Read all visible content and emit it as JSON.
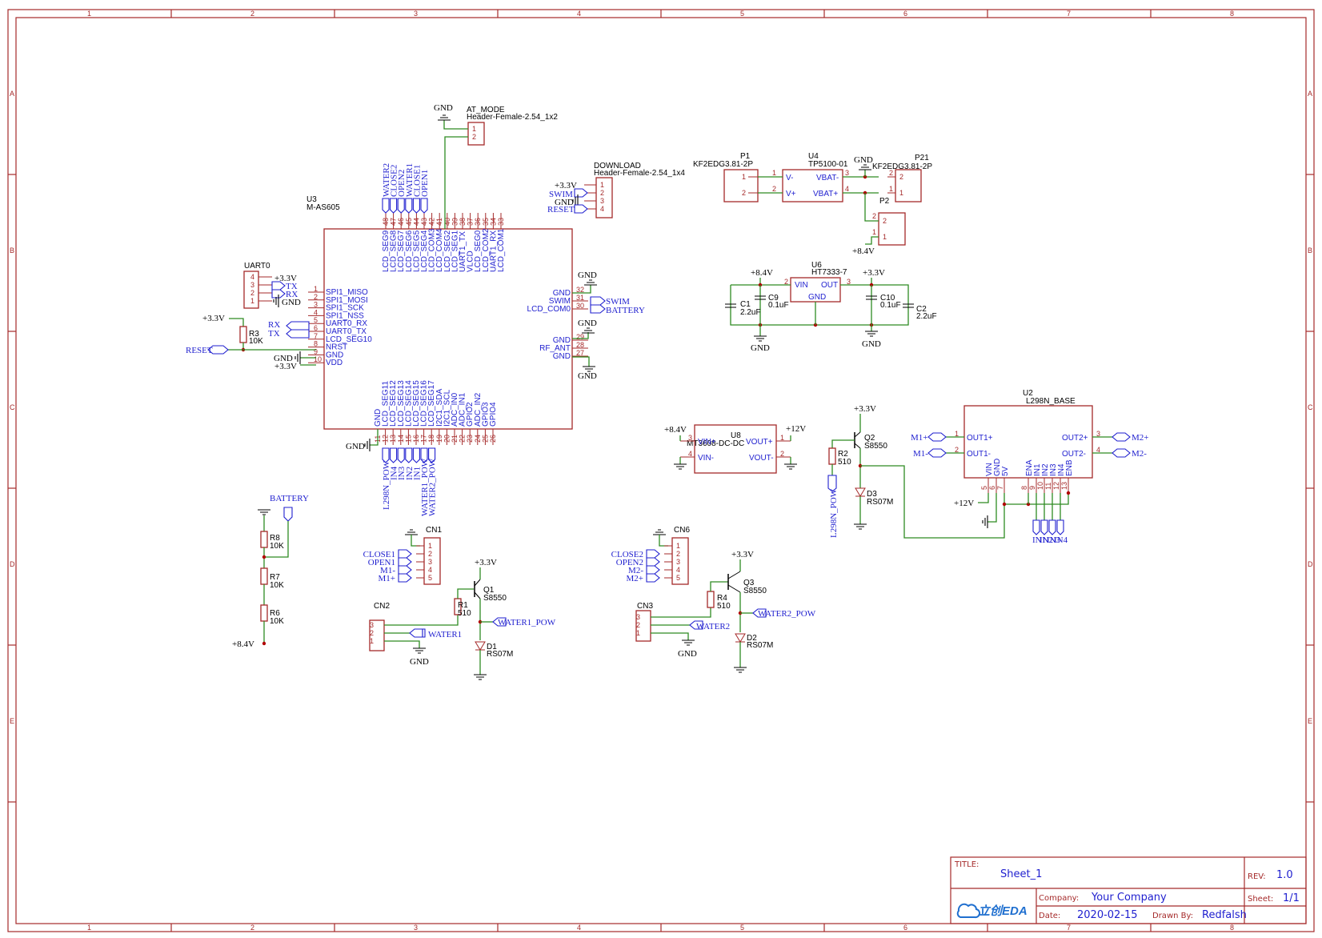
{
  "zones": {
    "columns": [
      "1",
      "2",
      "3",
      "4",
      "5",
      "6",
      "7",
      "8"
    ],
    "rows": [
      "A",
      "B",
      "C",
      "D",
      "E"
    ]
  },
  "parts": {
    "u3": {
      "ref": "U3",
      "value": "M-AS605",
      "left_pins": [
        {
          "n": "1",
          "name": "SPI1_MISO"
        },
        {
          "n": "2",
          "name": "SPI1_MOSI"
        },
        {
          "n": "3",
          "name": "SPI1_SCK"
        },
        {
          "n": "4",
          "name": "SPI1_NSS"
        },
        {
          "n": "5",
          "name": "UART0_RX"
        },
        {
          "n": "6",
          "name": "UART0_TX"
        },
        {
          "n": "7",
          "name": "LCD_SEG10"
        },
        {
          "n": "8",
          "name": "NRST"
        },
        {
          "n": "9",
          "name": "GND"
        },
        {
          "n": "10",
          "name": "VDD"
        }
      ],
      "top_pins": [
        {
          "n": "48",
          "name": "LCD_SEG9"
        },
        {
          "n": "47",
          "name": "LCD_SEG8"
        },
        {
          "n": "46",
          "name": "LCD_SEG7"
        },
        {
          "n": "45",
          "name": "LCD_SEG6"
        },
        {
          "n": "44",
          "name": "LCD_SEG5"
        },
        {
          "n": "43",
          "name": "LCD_SEG4"
        },
        {
          "n": "42",
          "name": "LCD_COM3"
        },
        {
          "n": "41",
          "name": "LCD_COM4"
        },
        {
          "n": "40",
          "name": "LCD_SEG2"
        },
        {
          "n": "39",
          "name": "LCD_SEG1"
        },
        {
          "n": "38",
          "name": "UART1_TX"
        },
        {
          "n": "37",
          "name": "VLCD"
        },
        {
          "n": "36",
          "name": "LCD_SEG0"
        },
        {
          "n": "35",
          "name": "LCD_COM2"
        },
        {
          "n": "34",
          "name": "UART1_RX"
        },
        {
          "n": "33",
          "name": "LCD_COM1"
        }
      ],
      "right_pins": [
        {
          "n": "32",
          "name": "GND"
        },
        {
          "n": "31",
          "name": "SWIM"
        },
        {
          "n": "30",
          "name": "LCD_COM0"
        },
        {
          "n": "29",
          "name": "GND"
        },
        {
          "n": "28",
          "name": "RF_ANT"
        },
        {
          "n": "27",
          "name": "GND"
        }
      ],
      "bottom_pins": [
        {
          "n": "11",
          "name": "GND"
        },
        {
          "n": "12",
          "name": "LCD_SEG11"
        },
        {
          "n": "13",
          "name": "LCD_SEG12"
        },
        {
          "n": "14",
          "name": "LCD_SEG13"
        },
        {
          "n": "15",
          "name": "LCD_SEG14"
        },
        {
          "n": "16",
          "name": "LCD_SEG15"
        },
        {
          "n": "17",
          "name": "LCD_SEG16"
        },
        {
          "n": "18",
          "name": "LCD_SEG17"
        },
        {
          "n": "19",
          "name": "I2C1_SDA"
        },
        {
          "n": "20",
          "name": "I2C1_SCL"
        },
        {
          "n": "21",
          "name": "ADC_IN0"
        },
        {
          "n": "22",
          "name": "ADC_IN1"
        },
        {
          "n": "23",
          "name": "GPIO2"
        },
        {
          "n": "24",
          "name": "ADC_IN2"
        },
        {
          "n": "25",
          "name": "GPIO3"
        },
        {
          "n": "26",
          "name": "GPIO4"
        }
      ],
      "top_nets": [
        "WATER2",
        "CLOSE2",
        "OPEN2",
        "WATER1",
        "CLOSE1",
        "OPEN1"
      ],
      "bottom_nets": [
        "L298N_POW",
        "IN4",
        "IN3",
        "IN2",
        "IN1",
        "WATER1_POW",
        "WATER2_POW"
      ]
    },
    "at_mode": {
      "ref": "AT_MODE",
      "value": "Header-Female-2.54_1x2",
      "pins": [
        "1",
        "2"
      ]
    },
    "download": {
      "ref": "DOWNLOAD",
      "value": "Header-Female-2.54_1x4",
      "pins": [
        "1",
        "2",
        "3",
        "4"
      ],
      "nets": [
        "+3.3V",
        "SWIM",
        "GND",
        "RESET"
      ]
    },
    "uart0": {
      "ref": "UART0",
      "pins": [
        "4",
        "3",
        "2",
        "1"
      ],
      "nets": [
        "+3.3V",
        "TX",
        "RX",
        "GND"
      ]
    },
    "r3": {
      "ref": "R3",
      "value": "10K"
    },
    "p1": {
      "ref": "P1",
      "value": "KF2EDG3.81-2P",
      "pins": [
        "1",
        "2"
      ]
    },
    "u4": {
      "ref": "U4",
      "value": "TP5100-01",
      "left": [
        {
          "n": "1",
          "name": "V-"
        },
        {
          "n": "2",
          "name": "V+"
        }
      ],
      "right": [
        {
          "n": "3",
          "name": "VBAT-"
        },
        {
          "n": "4",
          "name": "VBAT+"
        }
      ]
    },
    "p21": {
      "ref": "P21",
      "value": "KF2EDG3.81-2P",
      "pins": [
        "2",
        "1"
      ]
    },
    "p2": {
      "ref": "P2",
      "pins": [
        "2",
        "1"
      ]
    },
    "u6": {
      "ref": "U6",
      "value": "HT7333-7",
      "vin": "VIN",
      "out": "OUT",
      "gnd": "GND",
      "pin_in": "2",
      "pin_out": "3"
    },
    "c1": {
      "ref": "C1",
      "value": "2.2uF"
    },
    "c9": {
      "ref": "C9",
      "value": "0.1uF"
    },
    "c10": {
      "ref": "C10",
      "value": "0.1uF"
    },
    "c2": {
      "ref": "C2",
      "value": "2.2uF"
    },
    "u8": {
      "ref": "U8",
      "value": "MT3608-DC-DC",
      "left": [
        {
          "n": "3",
          "name": "VIN+"
        },
        {
          "n": "4",
          "name": "VIN-"
        }
      ],
      "right": [
        {
          "n": "1",
          "name": "VOUT+"
        },
        {
          "n": "2",
          "name": "VOUT-"
        }
      ]
    },
    "q2": {
      "ref": "Q2",
      "value": "S8550"
    },
    "r2": {
      "ref": "R2",
      "value": "510"
    },
    "d3": {
      "ref": "D3",
      "value": "RS07M"
    },
    "u2": {
      "ref": "U2",
      "value": "L298N_BASE",
      "left": [
        {
          "n": "1",
          "name": "OUT1+"
        },
        {
          "n": "2",
          "name": "OUT1-"
        }
      ],
      "right": [
        {
          "n": "3",
          "name": "OUT2+"
        },
        {
          "n": "4",
          "name": "OUT2-"
        }
      ],
      "bottom": [
        {
          "n": "5",
          "name": "VIN"
        },
        {
          "n": "6",
          "name": "GND"
        },
        {
          "n": "7",
          "name": "5V"
        },
        {
          "n": "8",
          "name": "ENA"
        },
        {
          "n": "9",
          "name": "IN1"
        },
        {
          "n": "10",
          "name": "IN2"
        },
        {
          "n": "11",
          "name": "IN3"
        },
        {
          "n": "12",
          "name": "IN4"
        },
        {
          "n": "13",
          "name": "ENB"
        }
      ],
      "in_nets": [
        "IN1",
        "IN2",
        "IN3",
        "IN4"
      ]
    },
    "r8": {
      "ref": "R8",
      "value": "10K"
    },
    "r7": {
      "ref": "R7",
      "value": "10K"
    },
    "r6": {
      "ref": "R6",
      "value": "10K"
    },
    "cn1": {
      "ref": "CN1",
      "pins": [
        "1",
        "2",
        "3",
        "4",
        "5"
      ],
      "nets": [
        "CLOSE1",
        "OPEN1",
        "M1-",
        "M1+"
      ]
    },
    "cn2": {
      "ref": "CN2",
      "pins": [
        "3",
        "2",
        "1"
      ]
    },
    "q1": {
      "ref": "Q1",
      "value": "S8550"
    },
    "r1": {
      "ref": "R1",
      "value": "510"
    },
    "d1": {
      "ref": "D1",
      "value": "RS07M"
    },
    "cn6": {
      "ref": "CN6",
      "pins": [
        "1",
        "2",
        "3",
        "4",
        "5"
      ],
      "nets": [
        "CLOSE2",
        "OPEN2",
        "M2-",
        "M2+"
      ]
    },
    "cn3": {
      "ref": "CN3",
      "pins": [
        "3",
        "2",
        "1"
      ]
    },
    "q3": {
      "ref": "Q3",
      "value": "S8550"
    },
    "r4": {
      "ref": "R4",
      "value": "510"
    },
    "d2": {
      "ref": "D2",
      "value": "RS07M"
    }
  },
  "labels": {
    "gnd": "GND",
    "v33": "+3.3V",
    "v84": "+8.4V",
    "v12": "+12V",
    "swim": "SWIM",
    "battery": "BATTERY",
    "reset": "RESET",
    "rx": "RX",
    "tx": "TX",
    "m1p": "M1+",
    "m1m": "M1-",
    "m2p": "M2+",
    "m2m": "M2-",
    "l298n_pow": "L298N_POW",
    "water1": "WATER1",
    "water2": "WATER2",
    "water1_pow": "WATER1_POW",
    "water2_pow": "WATER2_POW"
  },
  "title_block": {
    "title_label": "TITLE:",
    "title": "Sheet_1",
    "rev_label": "REV:",
    "rev": "1.0",
    "company_label": "Company:",
    "company": "Your Company",
    "sheet_label": "Sheet:",
    "sheet": "1/1",
    "date_label": "Date:",
    "date": "2020-02-15",
    "drawn_label": "Drawn By:",
    "drawn": "Redfalsh",
    "logo_text": "立创EDA"
  }
}
